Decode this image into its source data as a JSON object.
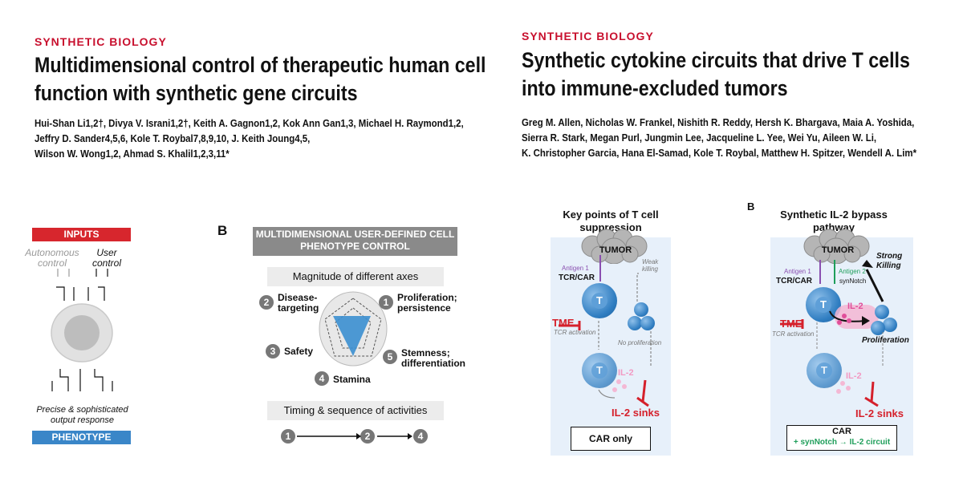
{
  "left_paper": {
    "kicker": "SYNTHETIC BIOLOGY",
    "title_line1": "Multidimensional control of therapeutic human cell",
    "title_line2": "function with synthetic gene circuits",
    "authors_line1": "Hui-Shan Li1,2†, Divya V. Israni1,2†, Keith A. Gagnon1,2, Kok Ann Gan1,3, Michael H. Raymond1,2,",
    "authors_line2": "Jeffry D. Sander4,5,6, Kole T. Roybal7,8,9,10, J. Keith Joung4,5,",
    "authors_line3": "Wilson W. Wong1,2, Ahmad S. Khalil1,2,3,11*"
  },
  "left_fig_a": {
    "inputs_label": "INPUTS",
    "autonomous": "Autonomous control",
    "user": "User control",
    "output": "Precise & sophisticated output response",
    "phenotype_label": "PHENOTYPE",
    "colors": {
      "inputs": "#d7262d",
      "phenotype": "#3a86c8"
    }
  },
  "left_fig_b": {
    "panel_letter": "B",
    "header": "MULTIDIMENSIONAL USER-DEFINED CELL PHENOTYPE CONTROL",
    "magnitude": "Magnitude of different axes",
    "axis1": "Proliferation; persistence",
    "axis2": "Disease-targeting",
    "axis3": "Safety",
    "axis4": "Stamina",
    "axis5": "Stemness; differentiation",
    "timing": "Timing & sequence of activities",
    "seq": [
      "1",
      "2",
      "4"
    ]
  },
  "right_paper": {
    "kicker": "SYNTHETIC BIOLOGY",
    "title_line1": "Synthetic cytokine circuits that drive T cells",
    "title_line2": "into immune-excluded tumors",
    "authors_line1": "Greg M. Allen, Nicholas W. Frankel, Nishith R. Reddy, Hersh K. Bhargava, Maia A. Yoshida,",
    "authors_line2": "Sierra R. Stark, Megan Purl, Jungmin Lee, Jacqueline L. Yee, Wei Yu, Aileen W. Li,",
    "authors_line3": "K. Christopher Garcia, Hana El-Samad, Kole T. Roybal, Matthew H. Spitzer, Wendell A. Lim*"
  },
  "right_fig_a": {
    "title": "Key points of T cell suppression",
    "tumor": "TUMOR",
    "antigen": "Antigen 1",
    "receptor": "TCR/CAR",
    "weak": "Weak killing",
    "tme": "TME",
    "tcr_act": "TCR activation",
    "no_prolif": "No proliferation",
    "il2": "IL-2",
    "sinks": "IL-2 sinks",
    "condition": "CAR only"
  },
  "right_fig_b": {
    "panel_letter": "B",
    "title": "Synthetic IL-2 bypass pathway",
    "tumor": "TUMOR",
    "antigen1": "Antigen 1",
    "antigen2": "Antigen 2",
    "receptor": "TCR/CAR",
    "synnotch": "synNotch",
    "strong": "Strong Killing",
    "il2": "IL-2",
    "tme": "TME",
    "tcr_act": "TCR activation",
    "prolif": "Proliferation",
    "il2_low": "IL-2",
    "sinks": "IL-2 sinks",
    "condition_top": "CAR",
    "condition_bottom": "+ synNotch → IL-2 circuit",
    "colors": {
      "green": "#1e9e5a",
      "purple": "#8a4fb0",
      "pink": "#e04f9a"
    }
  },
  "t_letter": "T"
}
